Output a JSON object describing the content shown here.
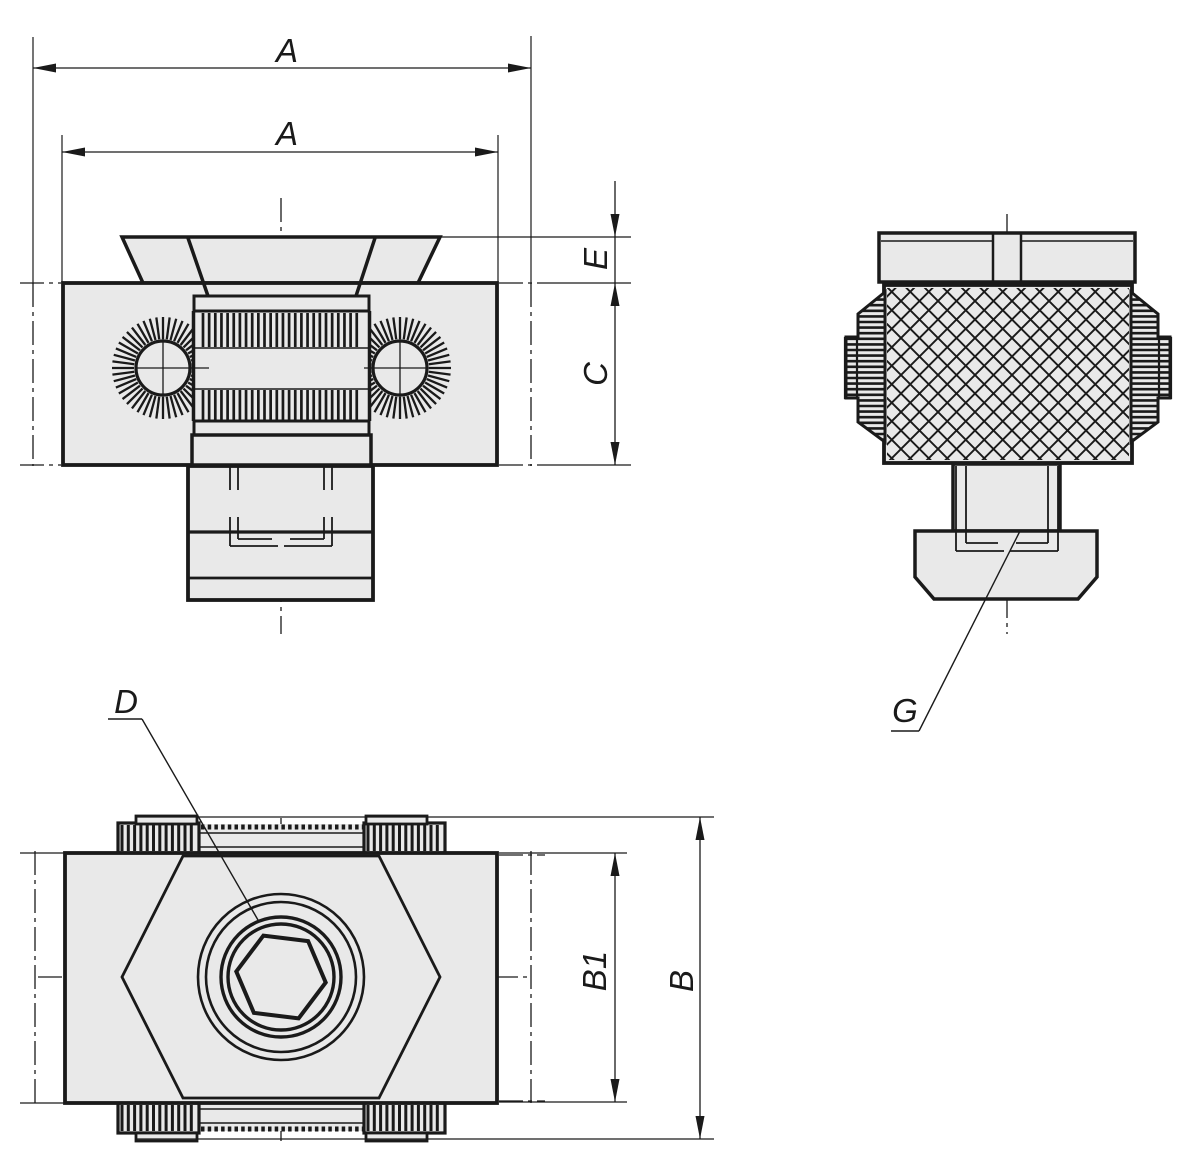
{
  "colors": {
    "background": "#ffffff",
    "line": "#1a1a1a",
    "surface": "#e9e9e9"
  },
  "views": {
    "front": {
      "dims": {
        "a_outer": "A",
        "a_inner": "A",
        "e": "E",
        "c": "C"
      }
    },
    "side": {
      "callouts": {
        "g": "G"
      }
    },
    "bottom": {
      "dims": {
        "b1": "B1",
        "b": "B"
      },
      "callouts": {
        "d": "D"
      }
    }
  }
}
